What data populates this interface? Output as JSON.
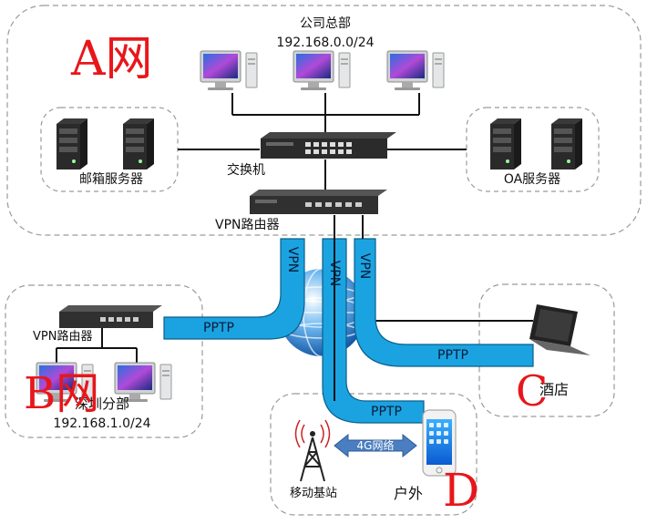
{
  "zones": {
    "hq": {
      "label": "A网",
      "title": "公司总部",
      "subnet": "192.168.0.0/24"
    },
    "branch": {
      "label": "B网",
      "title": "深圳分部",
      "subnet": "192.168.1.0/24"
    },
    "hotel": {
      "label": "C",
      "title": "酒店"
    },
    "outdoor": {
      "label": "D",
      "title": "户外"
    }
  },
  "devices": {
    "mail_server": "邮箱服务器",
    "oa_server": "OA服务器",
    "switch": "交换机",
    "hq_router": "VPN路由器",
    "branch_router": "VPN路由器",
    "base_station": "移动基站"
  },
  "tunnels": {
    "vpn": "VPN",
    "pptp": "PPTP",
    "cellular": "4G网络"
  },
  "colors": {
    "tunnel": "#1aa3e0",
    "tunnel_edge": "#0b5f8a",
    "zone_border": "#9a9a9a",
    "zone_label": "#e8161b",
    "cellular_arrow": "#4a7ec0"
  }
}
